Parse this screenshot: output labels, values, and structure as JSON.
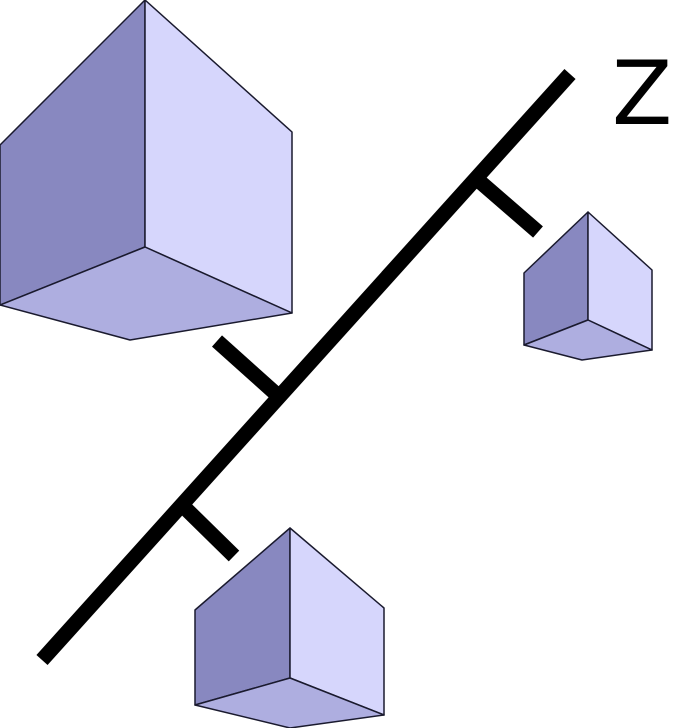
{
  "axis": {
    "label": "Z"
  },
  "colors": {
    "axis": "#000000",
    "cube_left_face": "#8888c0",
    "cube_right_face": "#d6d6fc",
    "cube_bottom_face": "#aeaee0",
    "cube_outline": "#1a1a2e"
  },
  "cubes": [
    {
      "name": "large-cube",
      "kind": "cube"
    },
    {
      "name": "small-cube",
      "kind": "cube"
    },
    {
      "name": "medium-cube",
      "kind": "cube"
    }
  ]
}
